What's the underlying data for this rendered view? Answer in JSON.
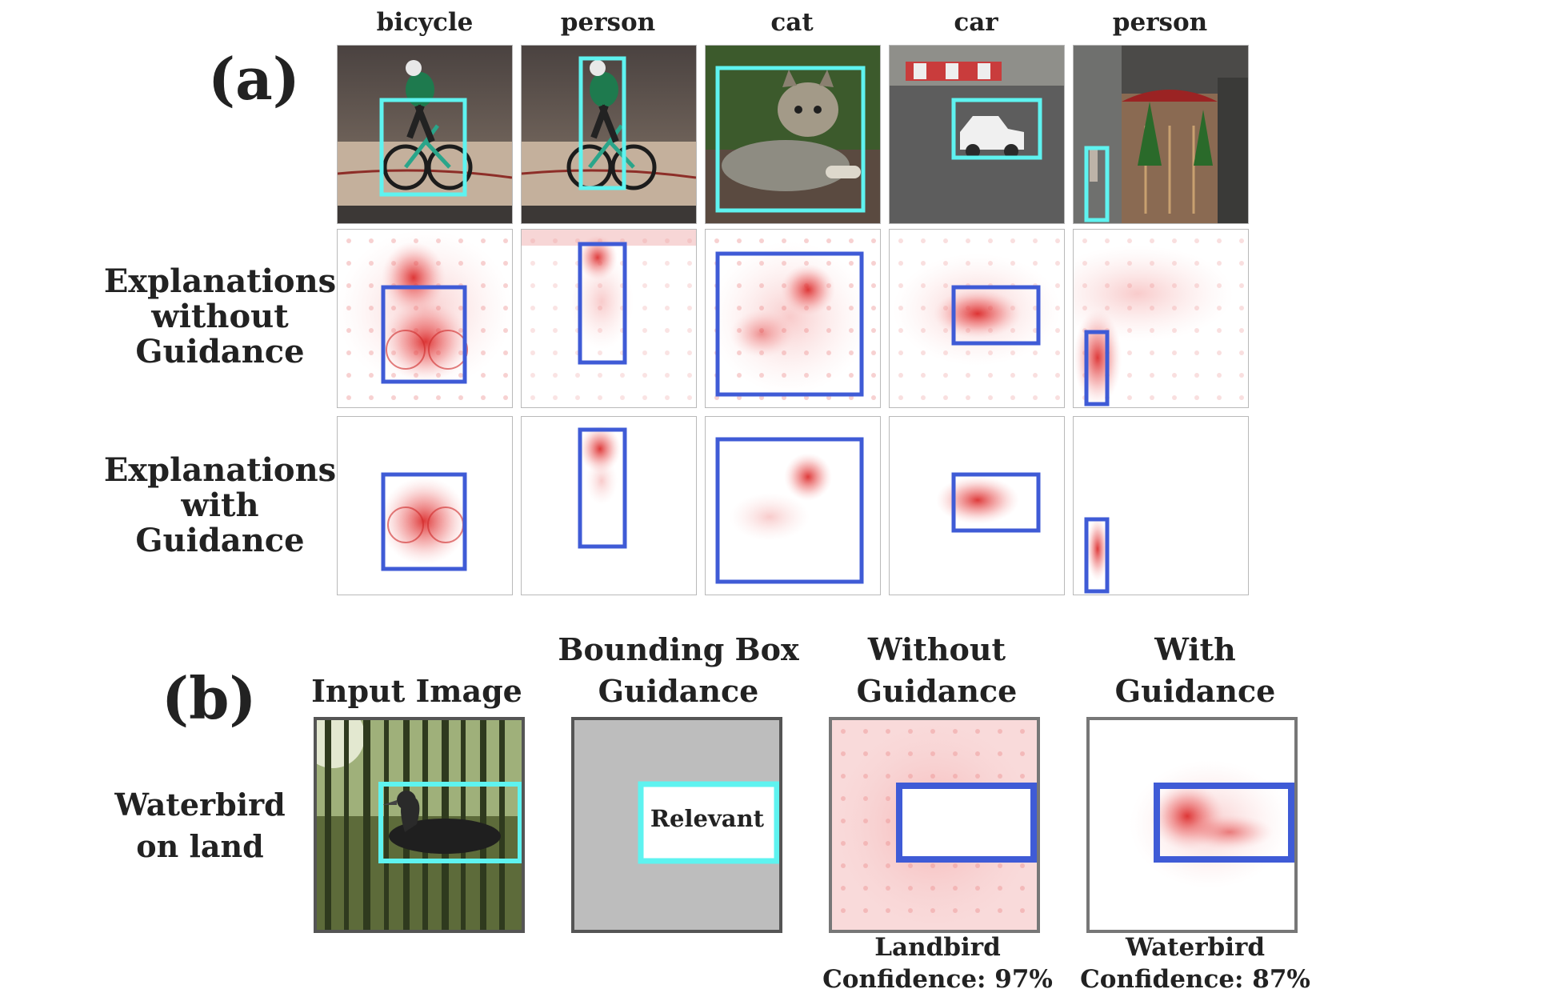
{
  "panel_a": {
    "tag": "(a)",
    "columns": [
      "bicycle",
      "person",
      "cat",
      "car",
      "person"
    ],
    "rows": {
      "without": [
        "Explanations",
        "without",
        "Guidance"
      ],
      "with": [
        "Explanations",
        "with",
        "Guidance"
      ]
    }
  },
  "panel_b": {
    "tag": "(b)",
    "row_label": [
      "Waterbird",
      "on land"
    ],
    "headers": {
      "input": [
        "Input Image"
      ],
      "bbox": [
        "Bounding Box",
        "Guidance"
      ],
      "without": [
        "Without",
        "Guidance"
      ],
      "with": [
        "With",
        "Guidance"
      ]
    },
    "relevant_label": "Relevant",
    "captions": {
      "without": [
        "Landbird",
        "Confidence: 97%"
      ],
      "with": [
        "Waterbird",
        "Confidence: 87%"
      ]
    }
  },
  "colors": {
    "gt_box": "#5ef3f0",
    "pred_box": "#3f5bd6",
    "heat": "#e02020",
    "mask": "#bdbdbd"
  },
  "icons": {
    "photos": [
      "cyclist-photo",
      "cyclist-photo",
      "cat-photo",
      "car-photo",
      "street-photo",
      "bird-in-forest-photo"
    ]
  }
}
